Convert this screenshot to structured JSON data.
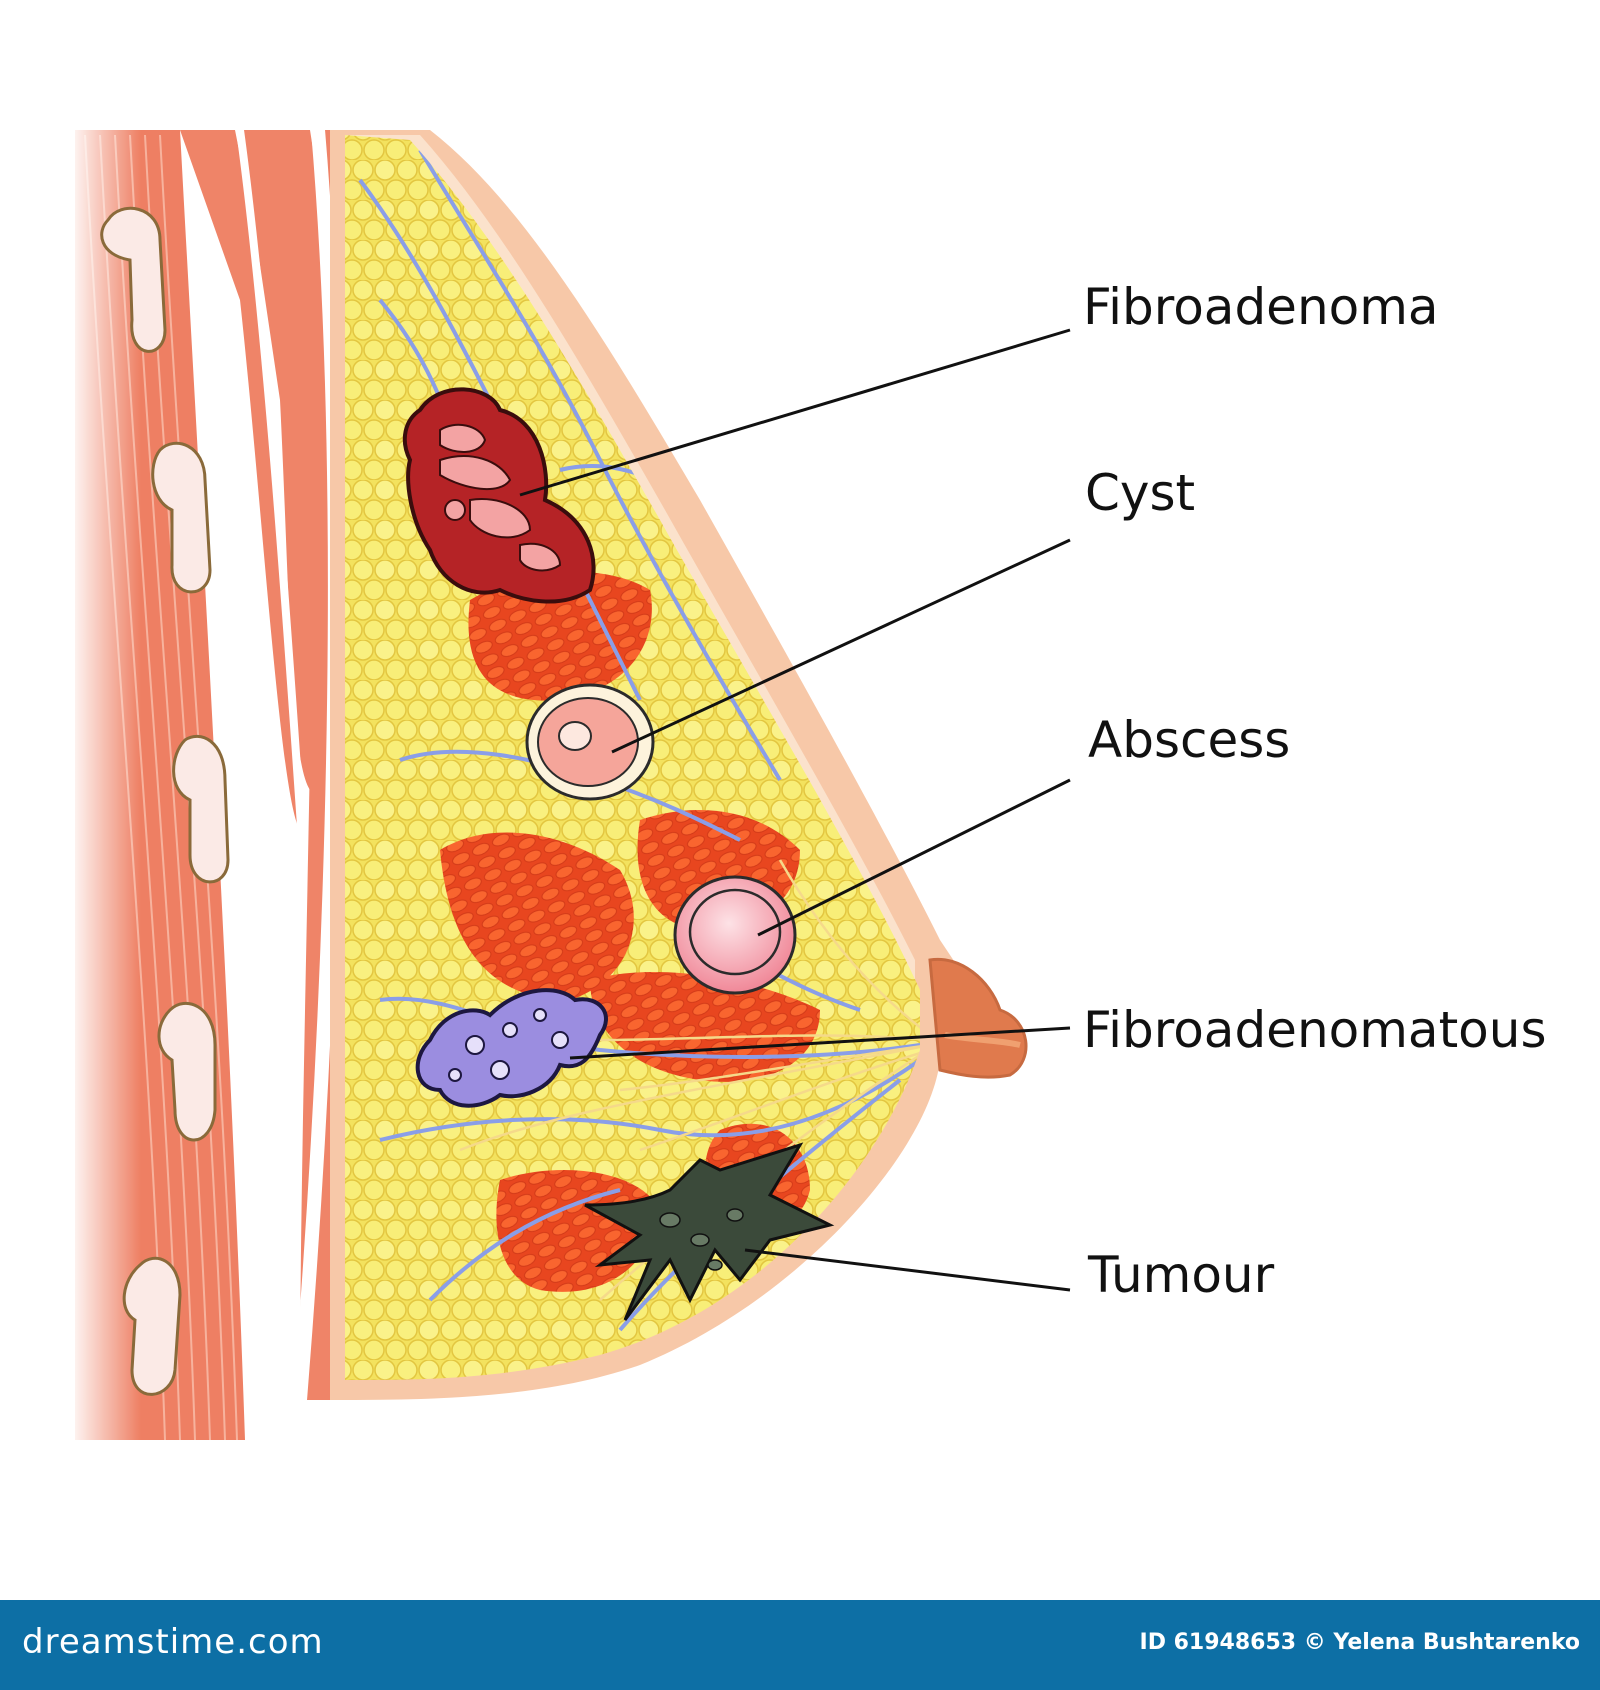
{
  "labels": {
    "fibroadenoma": "Fibroadenoma",
    "cyst": "Cyst",
    "abscess": "Abscess",
    "fibroadenomatous": "Fibroadenomatous",
    "tumour": "Tumour"
  },
  "footer": {
    "site": "dreamstime.com",
    "credit": "ID 61948653 © Yelena Bushtarenko"
  },
  "colors": {
    "muscle": "#e8735a",
    "muscle_light": "#f2a58f",
    "fat": "#f6e96a",
    "gland": "#f0532b",
    "duct": "#8fa3e0",
    "skin": "#f7c8a8",
    "fibroadenoma": "#b52326",
    "fibroadenomatous": "#9b8de0",
    "tumour": "#3b4a3a",
    "footer_bg": "#0d6fa5"
  }
}
